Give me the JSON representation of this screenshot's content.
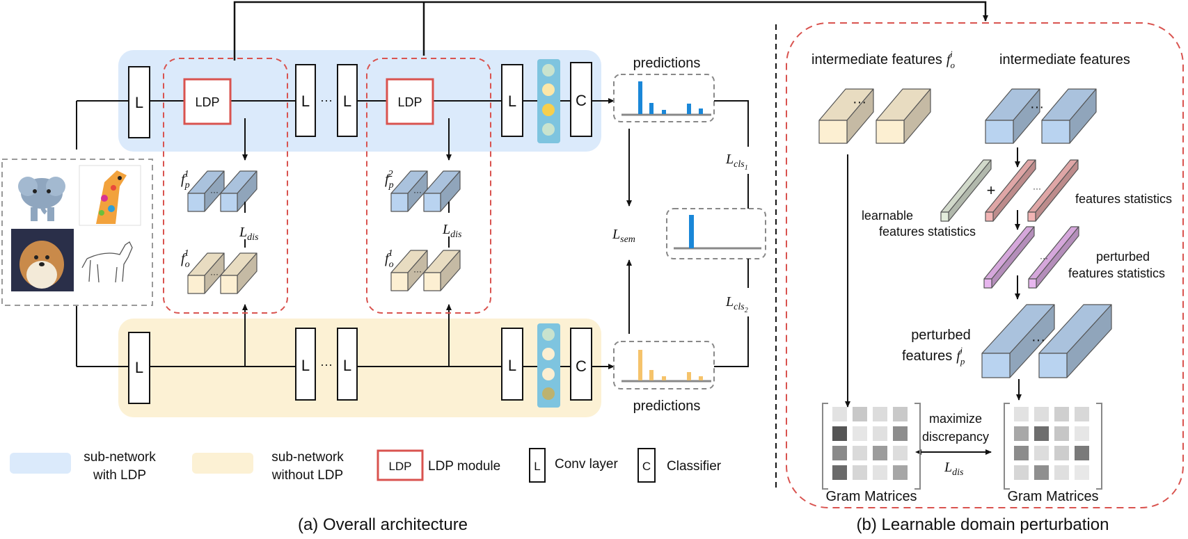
{
  "captions": {
    "a": "(a) Overall architecture",
    "b": "(b) Learnable domain perturbation"
  },
  "blocks": {
    "conv": "L",
    "classifier": "C",
    "ldp": "LDP",
    "dots": "···"
  },
  "labels": {
    "predictions_top": "predictions",
    "predictions_bottom": "predictions",
    "ldis": "L",
    "ldis_sub": "dis",
    "lsem": "L",
    "lsem_sub": "sem",
    "lcls": "L",
    "lcls1_sub": "cls",
    "lcls1_subsub": "1",
    "lcls2_sub": "cls",
    "lcls2_subsub": "2",
    "f": "f",
    "fp1_sub": "p",
    "fp1_sup": "1",
    "fo1_sub": "o",
    "fo1_sup": "1",
    "fp2_sub": "p",
    "fp2_sup": "2",
    "fo1b_sub": "o",
    "fo1b_sup": "1"
  },
  "legend": {
    "with_ldp_line1": "sub-network",
    "with_ldp_line2": "with LDP",
    "without_ldp_line1": "sub-network",
    "without_ldp_line2": "without LDP",
    "ldp_box": "LDP",
    "ldp_label": "LDP module",
    "conv_box": "L",
    "conv_label": "Conv layer",
    "cls_box": "C",
    "cls_label": "Classifier"
  },
  "right_panel": {
    "intermediate_fo": "intermediate features",
    "fo_sym": "f",
    "fo_sub": "o",
    "fo_sup": "i",
    "intermediate": "intermediate features",
    "learnable_line1": "learnable",
    "learnable_line2": "features statistics",
    "plus": "+",
    "features_statistics": "features statistics",
    "perturbed_line1": "perturbed",
    "perturbed_line2": "features statistics",
    "perturbed_features_line1": "perturbed",
    "perturbed_features_line2": "features",
    "fp_sym": "f",
    "fp_sub": "p",
    "fp_sup": "i",
    "maximize": "maximize",
    "discrepancy": "discrepancy",
    "ldis": "L",
    "ldis_sub": "dis",
    "gram_left": "Gram Matrices",
    "gram_right": "Gram Matrices"
  },
  "colors": {
    "blue_bg": "#dbeafb",
    "yellow_bg": "#fcf1d4",
    "ldp_red": "#d9534f",
    "dash_red": "#d9534f",
    "bar_blue": "#1a87d8",
    "bar_yellow": "#f5c36b",
    "cube_blue": "#b9d3f0",
    "cube_tan": "#fcefd2",
    "cube_red": "#f2b4b4",
    "cube_purple": "#e7b6ee",
    "cube_green": "#e3ecdc",
    "classifier_teal": "#7ec4df"
  },
  "icons": [
    "elephant-image",
    "giraffe-image",
    "dog-image",
    "horse-sketch-image"
  ]
}
